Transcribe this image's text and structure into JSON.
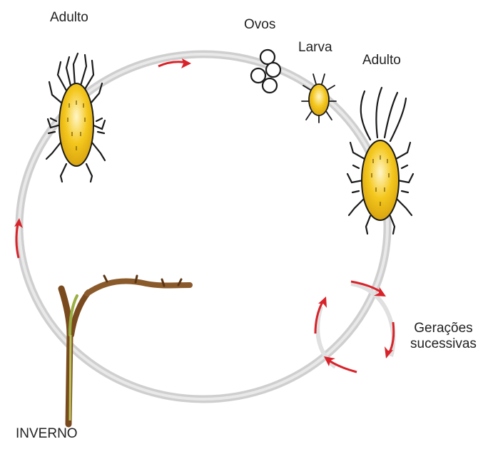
{
  "labels": {
    "adult_top_left": "Adulto",
    "eggs": "Ovos",
    "larva": "Larva",
    "adult_right": "Adulto",
    "generations_line1": "Gerações",
    "generations_line2": "sucessivas",
    "winter": "INVERNO"
  },
  "colors": {
    "cycle_ring": "#d2d2d2",
    "arrow": "#d8232a",
    "mite_body": "#f2c21a",
    "mite_hair": "#1a1a1a",
    "branch_brown": "#8a5a2b",
    "branch_green": "#8aa23a",
    "text": "#222222"
  },
  "icons": [
    "mite-adult-icon",
    "eggs-icon",
    "mite-larva-icon",
    "vine-branch-icon",
    "cycle-arrow-icon"
  ]
}
